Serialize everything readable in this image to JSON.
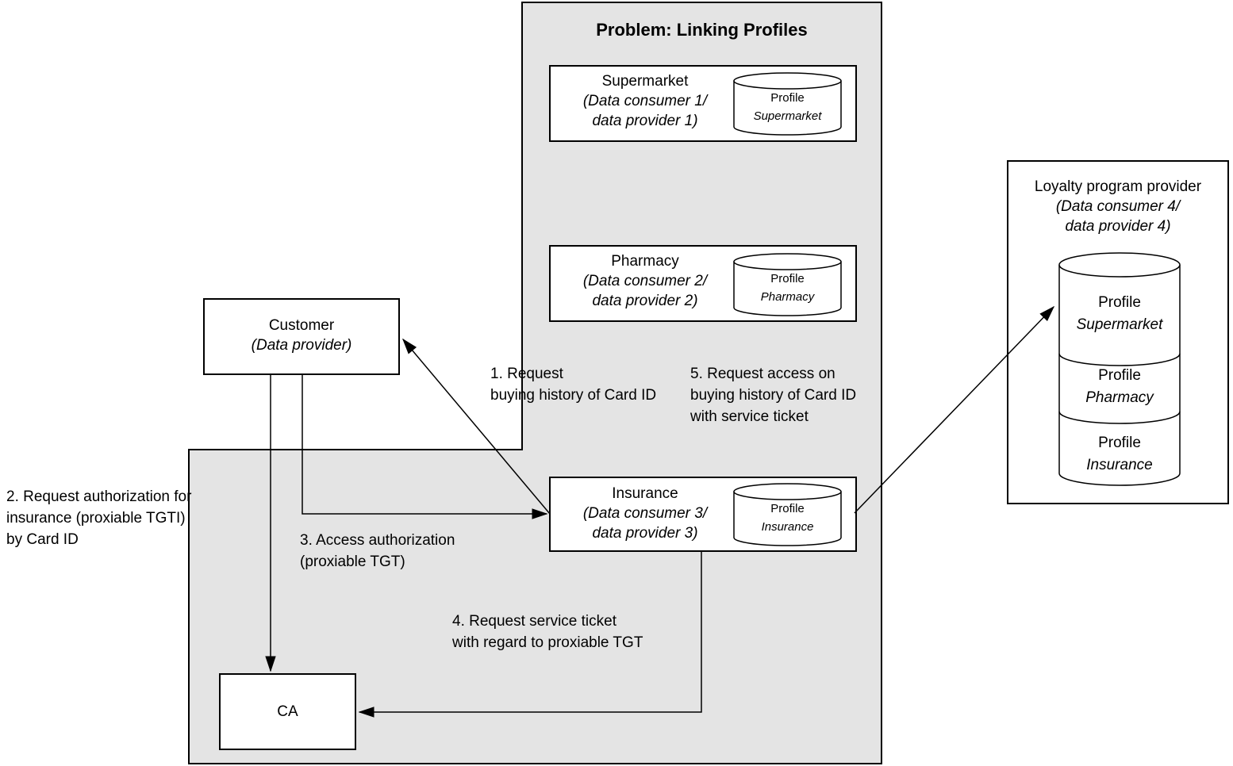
{
  "title": "Problem: Linking Profiles",
  "nodes": {
    "supermarket": {
      "name": "Supermarket",
      "sub": [
        "(Data consumer 1/",
        "data provider 1)"
      ],
      "db": [
        "Profile",
        "Supermarket"
      ]
    },
    "pharmacy": {
      "name": "Pharmacy",
      "sub": [
        "(Data consumer 2/",
        "data provider 2)"
      ],
      "db": [
        "Profile",
        "Pharmacy"
      ]
    },
    "insurance": {
      "name": "Insurance",
      "sub": [
        "(Data consumer 3/",
        "data provider 3)"
      ],
      "db": [
        "Profile",
        "Insurance"
      ]
    },
    "customer": {
      "name": "Customer",
      "sub": [
        "(Data provider)"
      ]
    },
    "ca": {
      "name": "CA"
    },
    "loyalty": {
      "name": "Loyalty program provider",
      "sub": [
        "(Data consumer 4/",
        "data provider 4)"
      ],
      "profiles": [
        [
          "Profile",
          "Supermarket"
        ],
        [
          "Profile",
          "Pharmacy"
        ],
        [
          "Profile",
          "Insurance"
        ]
      ]
    }
  },
  "edge_labels": {
    "e1": [
      "1. Request",
      "buying history of Card ID"
    ],
    "e2": [
      "2. Request authorization for",
      "insurance (proxiable TGTI)",
      "by Card ID"
    ],
    "e3": [
      "3. Access authorization",
      "(proxiable TGT)"
    ],
    "e4": [
      "4. Request service ticket",
      "with regard to proxiable TGT"
    ],
    "e5": [
      "5. Request access on",
      "buying history of Card ID",
      "with service ticket"
    ]
  },
  "colors": {
    "container_fill": "#e4e4e4",
    "node_fill": "#ffffff",
    "stroke": "#000000",
    "background": "#ffffff"
  }
}
